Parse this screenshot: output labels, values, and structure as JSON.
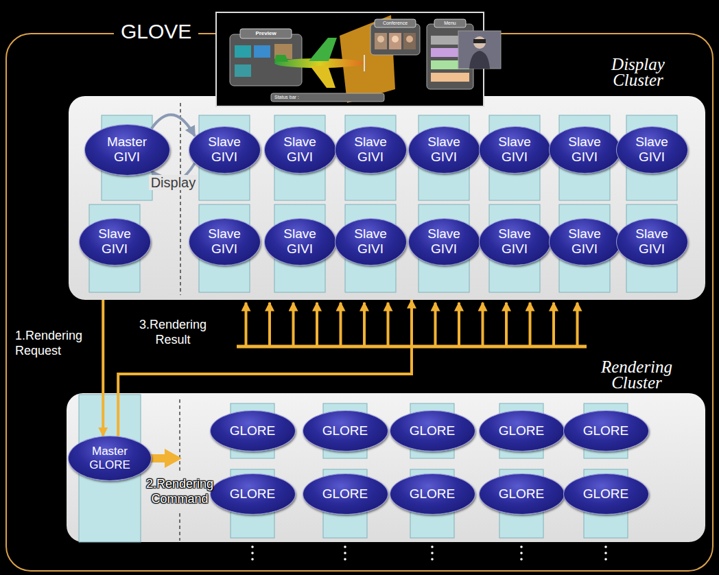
{
  "diagram": {
    "nodes": [
      {
        "text": [
          "GLOVE"
        ]
      },
      {
        "text": [
          "Display Cluster"
        ],
        "in": 0
      },
      {
        "text": [
          "Master GIVI"
        ],
        "in": 1
      },
      {
        "text": [
          "Slave GIVI"
        ],
        "in": 1
      },
      {
        "text": [
          "Slave GIVI"
        ],
        "in": 1
      },
      {
        "text": [
          "Slave GIVI"
        ],
        "in": 1
      },
      {
        "text": [
          "Slave GIVI"
        ],
        "in": 1
      },
      {
        "text": [
          "Slave GIVI"
        ],
        "in": 1
      },
      {
        "text": [
          "Slave GIVI"
        ],
        "in": 1
      },
      {
        "text": [
          "Slave GIVI"
        ],
        "in": 1
      },
      {
        "text": [
          "Slave GIVI"
        ],
        "in": 1
      },
      {
        "text": [
          "Slave GIVI"
        ],
        "in": 1
      },
      {
        "text": [
          "Slave GIVI"
        ],
        "in": 1
      },
      {
        "text": [
          "Slave GIVI"
        ],
        "in": 1
      },
      {
        "text": [
          "Slave GIVI"
        ],
        "in": 1
      },
      {
        "text": [
          "Slave GIVI"
        ],
        "in": 1
      },
      {
        "text": [
          "Slave GIVI"
        ],
        "in": 1
      },
      {
        "text": [
          "Slave GIVI"
        ],
        "in": 1
      },
      {
        "text": [
          "Rendering Cluster"
        ],
        "in": 0
      },
      {
        "text": [
          "Master GLORE"
        ],
        "in": 18
      },
      {
        "text": [
          "GLORE"
        ],
        "in": 18
      },
      {
        "text": [
          "GLORE"
        ],
        "in": 18
      },
      {
        "text": [
          "GLORE"
        ],
        "in": 18
      },
      {
        "text": [
          "GLORE"
        ],
        "in": 18
      },
      {
        "text": [
          "GLORE"
        ],
        "in": 18
      },
      {
        "text": [
          "GLORE"
        ],
        "in": 18
      },
      {
        "text": [
          "GLORE"
        ],
        "in": 18
      },
      {
        "text": [
          "GLORE"
        ],
        "in": 18
      },
      {
        "text": [
          "GLORE"
        ],
        "in": 18
      },
      {
        "text": [
          "GLORE"
        ],
        "in": 18
      }
    ],
    "edges": [
      {
        "from": 2,
        "to": 3,
        "arrow": "to"
      },
      {
        "from": 3,
        "to": 2,
        "label": "Display",
        "arrow": "to"
      },
      {
        "from": 1,
        "to": 19,
        "label": "1.Rendering Request",
        "arrow": "to"
      },
      {
        "from": 19,
        "to": 1,
        "label": "3.Rendering Result",
        "arrow": "to"
      }
    ],
    "labels": [
      "Preview",
      "Conference",
      "Menu",
      "Status bar :",
      "2.Rendering Command"
    ]
  }
}
